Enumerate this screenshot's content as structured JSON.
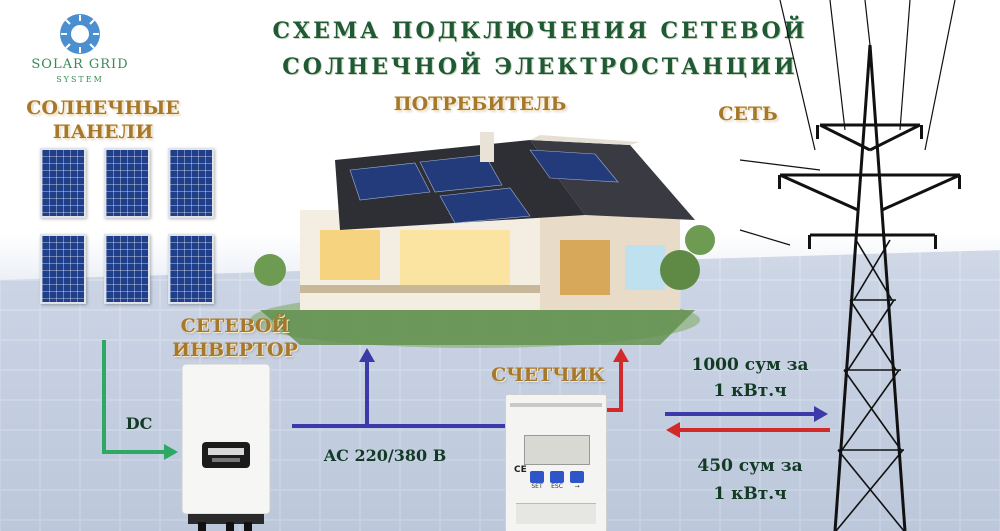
{
  "logo": {
    "brand": "SOLAR GRID",
    "sub": "SYSTEM"
  },
  "title": {
    "line1": "СХЕМА ПОДКЛЮЧЕНИЯ СЕТЕВОЙ",
    "line2": "СОЛНЕЧНОЙ ЭЛЕКТРОСТАНЦИИ"
  },
  "labels": {
    "panels_line1": "СОЛНЕЧНЫЕ",
    "panels_line2": "ПАНЕЛИ",
    "consumer": "ПОТРЕБИТЕЛЬ",
    "grid": "СЕТЬ",
    "inverter_line1": "СЕТЕВОЙ",
    "inverter_line2": "ИНВЕРТОР",
    "meter": "СЧЕТЧИК",
    "dc": "DC",
    "ac": "AC 220/380 В",
    "price_sell_line1": "1000 сум за",
    "price_sell_line2": "1 кВт.ч",
    "price_buy_line1": "450 сум за",
    "price_buy_line2": "1 кВт.ч"
  },
  "meter_buttons": [
    "SET",
    "ESC",
    "→"
  ],
  "colors": {
    "title": "#1f5a34",
    "gold": "#a7782a",
    "dc_arrow": "#2fa866",
    "ac_arrow": "#3b3aa8",
    "export_arrow": "#d22a2a",
    "meter_button": "#2f56c8"
  }
}
